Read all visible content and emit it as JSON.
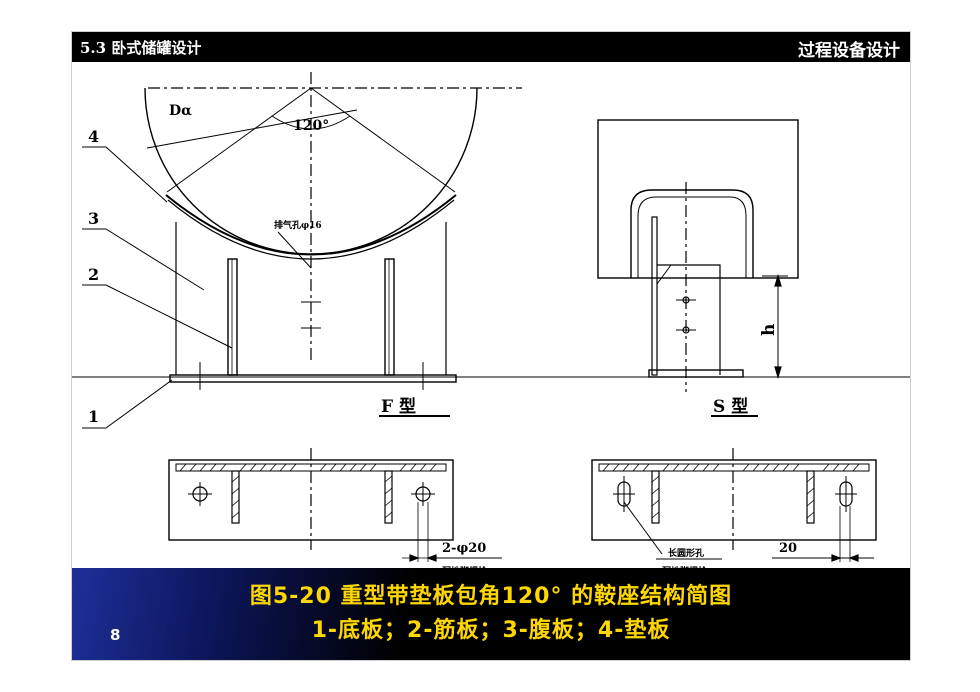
{
  "header": {
    "section": "5.3 卧式储罐设计",
    "course": "过程设备设计"
  },
  "drawing": {
    "part_numbers": [
      "4",
      "3",
      "2",
      "1"
    ],
    "diameter_label": "Dα",
    "angle_label": "120°",
    "vent_hole_label": "排气孔φ16",
    "height_label": "h",
    "f_type_label": "F 型",
    "s_type_label": "S 型",
    "f_dim_label": "2-φ20",
    "f_note": "配地脚螺栓",
    "s_slot_label": "长圆形孔",
    "s_note": "配地脚螺栓",
    "s_dim_label": "20"
  },
  "caption": {
    "line1": "图5-20  重型带垫板包角120° 的鞍座结构简图",
    "line2": "1-底板；2-筋板；3-腹板；4-垫板",
    "page_number": "8"
  },
  "colors": {
    "caption_text": "#ffd700",
    "header_bg": "#000000"
  }
}
